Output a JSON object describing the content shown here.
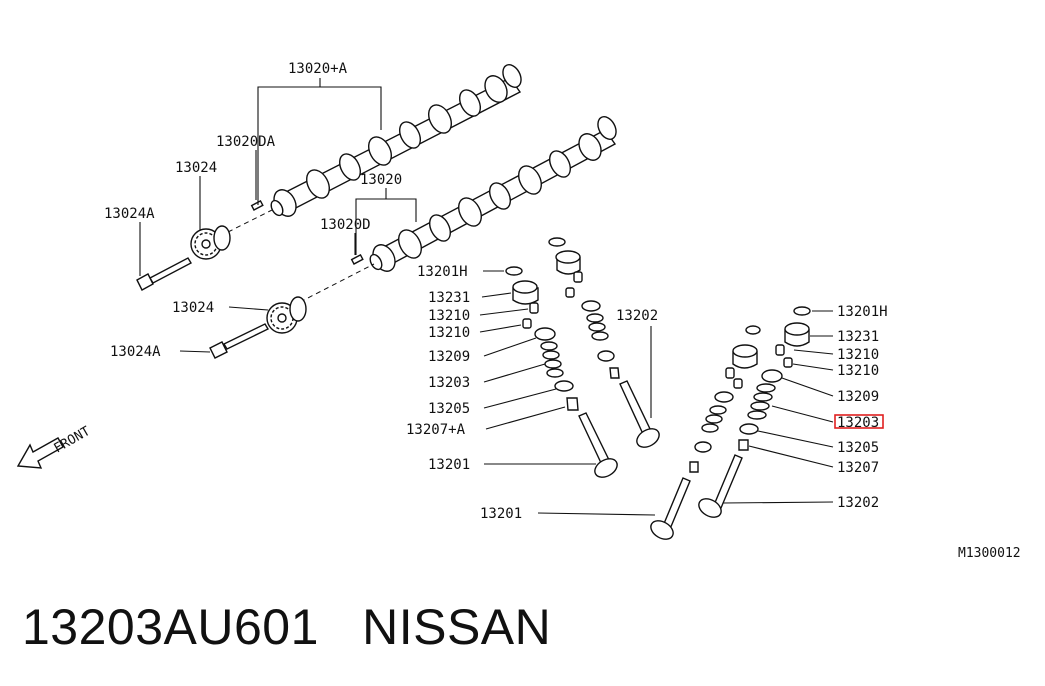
{
  "labels": {
    "cam_assy_a": "13020+A",
    "cam_a": "13020DA",
    "sprocket_top": "13024",
    "bolt_top": "13024A",
    "cam_assy": "13020",
    "cam": "13020D",
    "shim_l": "13201H",
    "lifter_l": "13231",
    "collet_l1": "13210",
    "collet_l2": "13210",
    "retainer_l": "13209",
    "spring_l": "13203",
    "seat_l": "13205",
    "seal_l": "13207+A",
    "valve_l": "13201",
    "sprocket_bot": "13024",
    "bolt_bot": "13024A",
    "valve_mid": "13202",
    "valve_bot": "13201",
    "shim_r": "13201H",
    "lifter_r": "13231",
    "collet_r1": "13210",
    "collet_r2": "13210",
    "retainer_r": "13209",
    "spring_r": "13203",
    "seat_r": "13205",
    "seal_r": "13207",
    "valve_r": "13202",
    "front": "FRONT",
    "diagram_code": "M1300012"
  },
  "highlighted_part": "13203",
  "highlight_color": "#e02020",
  "caption": {
    "part_number": "13203AU601",
    "brand": "NISSAN"
  }
}
